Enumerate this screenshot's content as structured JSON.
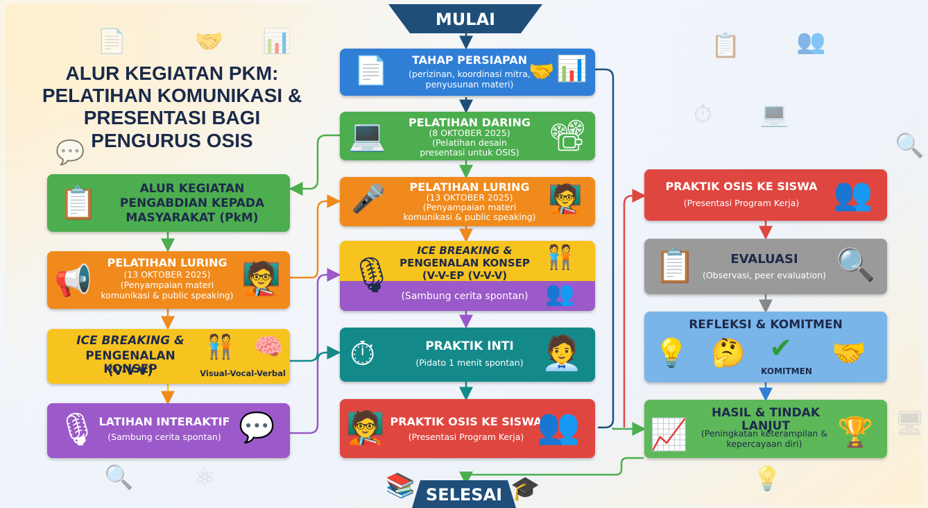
{
  "title": {
    "line1": "ALUR KEGIATAN PKM:",
    "line2": "PELATIHAN KOMUNIKASI &",
    "line3": "PRESENTASI BAGI",
    "line4": "PENGURUS OSIS"
  },
  "start": "MULAI",
  "end": "SELESAI",
  "left": {
    "header": [
      "ALUR KEGIATAN",
      "PENGABDIAN KEPADA",
      "MASYARAKAT (PkM)"
    ],
    "luring": {
      "title": "PELATIHAN LURING",
      "sub": [
        "(13 OKTOBER 2025)",
        "(Penyampaian materi",
        "komunikasi & public speaking)"
      ]
    },
    "ice": {
      "title1": "ICE BREAKING &",
      "title2": "PENGENALAN KONSEP",
      "title3": "(V-V-V)",
      "caption": "Visual-Vocal-Verbal"
    },
    "latihan": {
      "title": "LATIHAN INTERAKTIF",
      "sub": "(Sambung cerita spontan)"
    }
  },
  "center": {
    "persiapan": {
      "title": "TAHAP PERSIAPAN",
      "sub": [
        "(perizinan, koordinasi mitra,",
        "penyusunan materi)"
      ]
    },
    "daring": {
      "title": "PELATIHAN DARING",
      "sub": [
        "(8 OKTOBER 2025)",
        "(Pelatihan desain",
        "presentasi untuk OSIS)"
      ]
    },
    "luring": {
      "title": "PELATIHAN LURING",
      "sub": [
        "(13 OKTOBER 2025)",
        "(Penyampaian materi",
        "komunikasi & public speaking)"
      ]
    },
    "ice": {
      "title1": "ICE BREAKING &",
      "title2": "PENGENALAN KONSEP",
      "title3": "(V-V-EP (V-V-V)",
      "sub": "(Sambung cerita spontan)"
    },
    "praktik_inti": {
      "title": "PRAKTIK INTI",
      "sub": "(Pidato 1 menit spontan)"
    },
    "praktik_osis": {
      "title": "PRAKTIK OSIS KE SISWA",
      "sub": "(Presentasi Program Kerja)"
    }
  },
  "right": {
    "praktik_osis": {
      "title": "PRAKTIK OSIS KE SISWA",
      "sub": "(Presentasi Program Kerja)"
    },
    "evaluasi": {
      "title": "EVALUASI",
      "sub": "(Observasi, peer evaluation)"
    },
    "refleksi": {
      "title": "REFLEKSI & KOMITMEN",
      "caption": "KOMITMEN"
    },
    "hasil": {
      "title": "HASIL & TINDAK LANJUT",
      "sub": [
        "(Peningkatan keterampilan &",
        "kepercayaan diri)"
      ]
    }
  },
  "colors": {
    "blue": "#2f7fd7",
    "green": "#4cae4f",
    "orange": "#f08a1c",
    "yellow": "#f7c31f",
    "purple": "#9b59c9",
    "teal": "#14898a",
    "red": "#e04640",
    "gray": "#9a9a9a",
    "navy": "#1f4e79"
  }
}
